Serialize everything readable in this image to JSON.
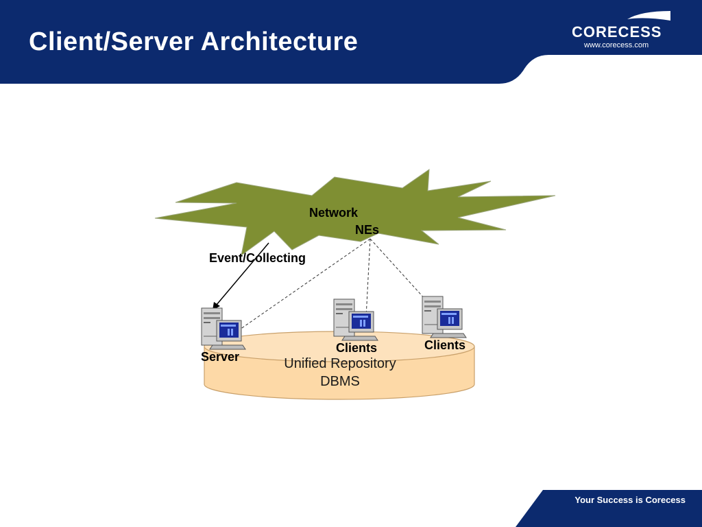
{
  "slide": {
    "title": "Client/Server Architecture",
    "logo": {
      "name": "corecess-logo",
      "wordmark": "CORECESS",
      "url": "www.corecess.com"
    },
    "footer": {
      "tagline": "Your Success is Corecess"
    },
    "colors": {
      "brand_navy": "#0c2a6e",
      "cloud_green": "#7f8f33",
      "disk_fill": "#fdd9a7"
    }
  },
  "diagram": {
    "network": {
      "line1": "Network",
      "line2": "NEs"
    },
    "event_label": "Event/Collecting",
    "server_label": "Server",
    "clients": [
      {
        "label": "Clients"
      },
      {
        "label": "Clients"
      }
    ],
    "repository": {
      "line1": "Unified Repository",
      "line2": "DBMS"
    },
    "icons": [
      "network-cloud-burst",
      "server-computer-icon",
      "client-computer-icon",
      "database-disk-icon"
    ]
  }
}
